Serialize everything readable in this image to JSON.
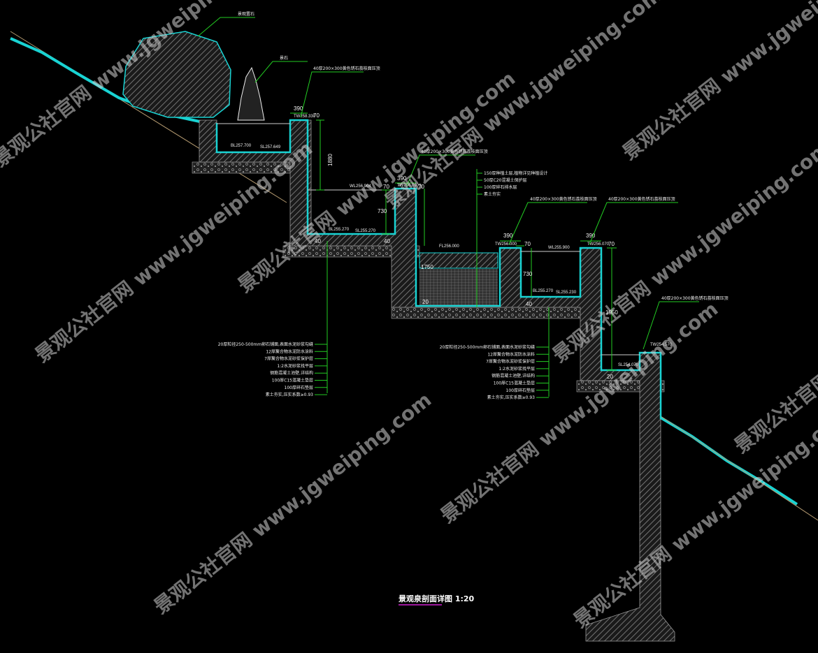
{
  "title": "景观泉剖面详图 1:20",
  "callouts": {
    "boulder": "景观置石",
    "rock": "景石",
    "coping1": "40厚200×300黄色锈石荔枝面压顶",
    "coping2": "40厚200×300黄色锈石荔枝面压顶",
    "coping3": "40厚200×300黄色锈石荔枝面压顶",
    "coping4": "40厚200×300黄色锈石荔枝面压顶",
    "coping5": "40厚200×300黄色锈石荔枝面压顶"
  },
  "planting_layers": [
    "150厚种植土层,植物详见种植设计",
    "50厚C20混凝土保护层",
    "100厚碎石排水层",
    "素土夯实"
  ],
  "layers_left": [
    "20厚粒径250-500mm卵石铺面,表面水泥砂浆勾缝",
    "12厚聚合物水泥防水涂料",
    "7厚聚合物水泥砂浆保护层",
    "1:2水泥砂浆找平层",
    "钢筋混凝土池壁,详结构",
    "100厚C15混凝土垫层",
    "100厚碎石垫层",
    "素土夯实,压实系数≥0.93"
  ],
  "layers_right": [
    "20厚粒径250-500mm卵石铺面,表面水泥砂浆勾缝",
    "12厚聚合物水泥防水涂料",
    "7厚聚合物水泥砂浆保护层",
    "1:2水泥砂浆找平层",
    "钢筋混凝土池壁,详结构",
    "100厚C15混凝土垫层",
    "100厚碎石垫层",
    "素土夯实,压实系数≥0.93"
  ],
  "elevations": {
    "tw1": "TW258.330",
    "bl1": "BL257.700",
    "sl1": "SL257.649",
    "wl2": "WL256.904",
    "tw2": "TW256.090",
    "bl2": "BL255.270",
    "sl2": "SL255.270",
    "fl3": "FL256.000",
    "tw3": "TW256.000",
    "wl4": "WL255.900",
    "bl4": "BL255.270",
    "sl4": "SL255.230",
    "tw4": "TW256.070",
    "tw5": "TW254.570",
    "sl5": "SL254.070"
  },
  "dimensions": {
    "w1": "390",
    "h1": "70",
    "d1": "1880",
    "w2": "390",
    "h2a": "70",
    "h2b": "70",
    "d2": "730",
    "t2a": "40",
    "t2b": "40",
    "d3": "1750",
    "t3": "20",
    "w4": "390",
    "h4": "70",
    "d4": "730",
    "t4": "40",
    "w5": "390",
    "h5": "70",
    "d5": "1950",
    "t5": "20"
  },
  "watermark": "景观公社官网 www.jgweiping.com",
  "colors": {
    "water": "#19d3d3",
    "leader": "#22cc22",
    "hatch": "#8a8a8a",
    "title_underline": "#d020d0"
  }
}
